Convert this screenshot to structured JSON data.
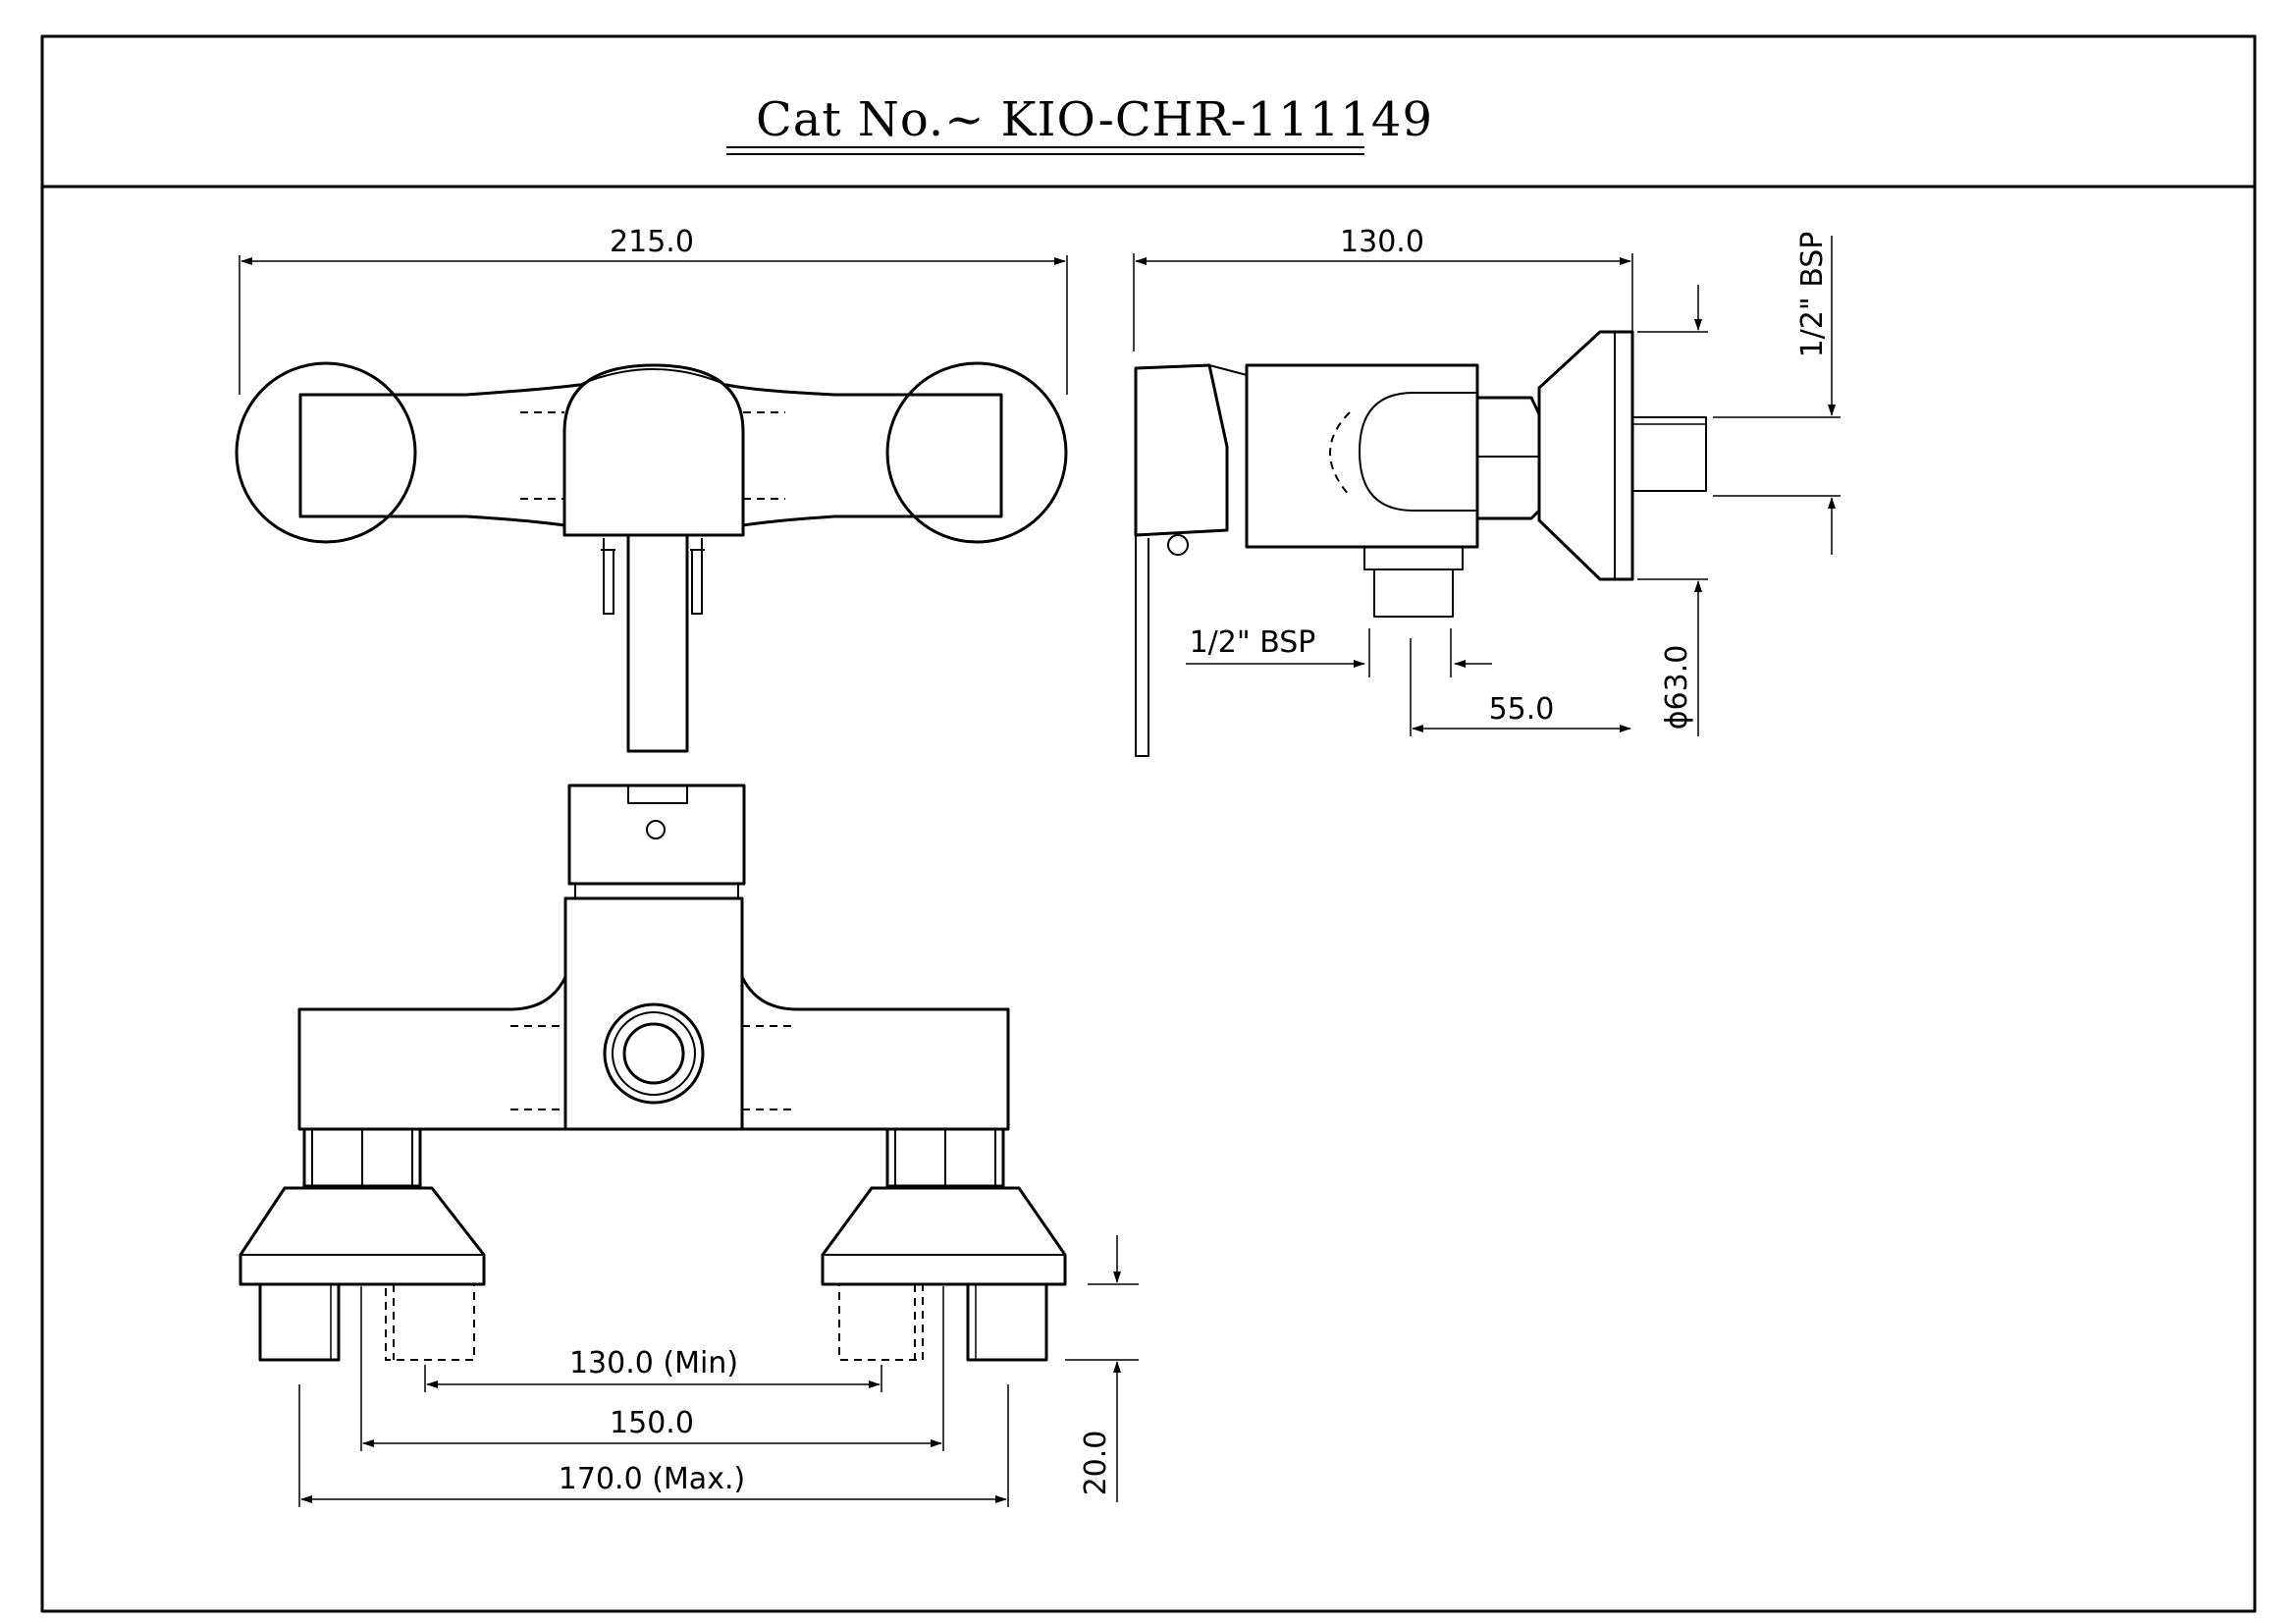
{
  "title_block": {
    "catalog_number": "Cat No.~ KIO-CHR-111149"
  },
  "front_view": {
    "overall_width": "215.0"
  },
  "side_view": {
    "depth": "130.0",
    "inlet_thread_top": "1/2\" BSP",
    "outlet_thread": "1/2\" BSP",
    "outlet_offset": "55.0",
    "flange_diameter": "ϕ63.0"
  },
  "bottom_view": {
    "center_min": "130.0 (Min)",
    "center_nominal": "150.0",
    "center_max": "170.0 (Max.)",
    "thread_length": "20.0"
  }
}
